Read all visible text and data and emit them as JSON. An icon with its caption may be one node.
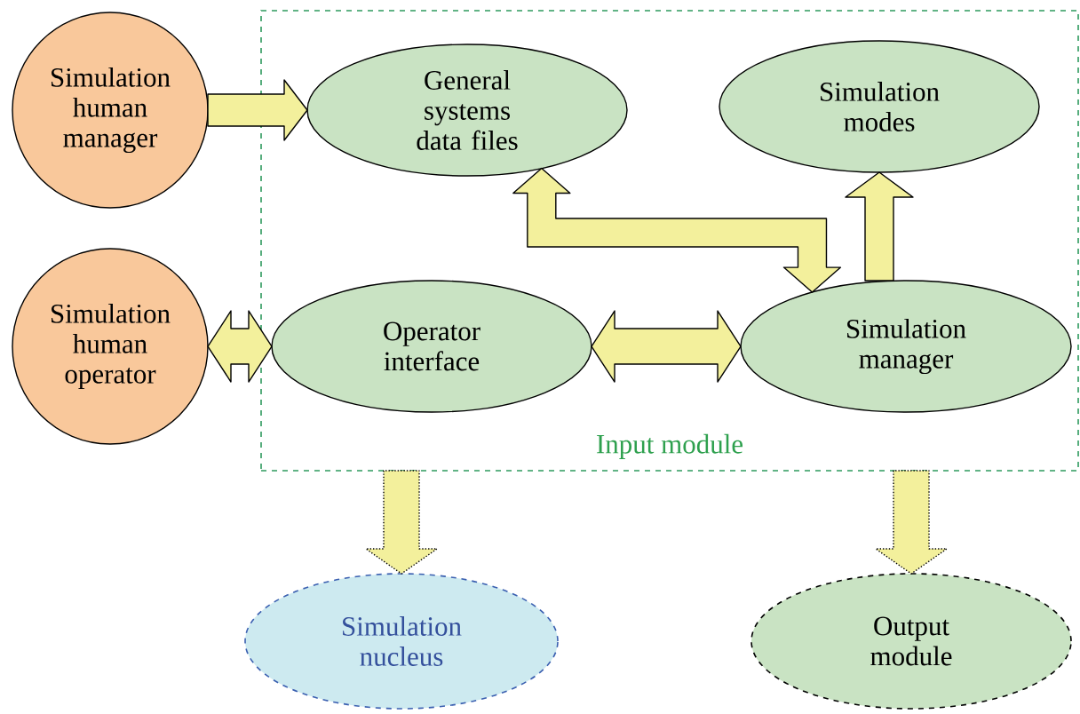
{
  "diagram": {
    "nodes": [
      {
        "text": [
          "Input module"
        ]
      },
      {
        "text": [
          "Simulation human manager"
        ]
      },
      {
        "text": [
          "Simulation human operator"
        ]
      },
      {
        "text": [
          "General systems data files"
        ],
        "in": 0
      },
      {
        "text": [
          "Simulation modes"
        ],
        "in": 0
      },
      {
        "text": [
          "Operator interface"
        ],
        "in": 0
      },
      {
        "text": [
          "Simulation manager"
        ],
        "in": 0
      },
      {
        "text": [
          "Simulation nucleus"
        ]
      },
      {
        "text": [
          "Output module"
        ]
      }
    ],
    "edges": [
      {
        "from": 1,
        "to": 3,
        "arrow": "to"
      },
      {
        "from": 2,
        "to": 5,
        "arrow": "both"
      },
      {
        "from": 5,
        "to": 6,
        "arrow": "both"
      },
      {
        "from": 3,
        "to": 6,
        "arrow": "both"
      },
      {
        "from": 6,
        "to": 4,
        "arrow": "to"
      },
      {
        "from": 0,
        "to": 7,
        "arrow": "to",
        "style": "dashed"
      },
      {
        "from": 0,
        "to": 8,
        "arrow": "to",
        "style": "dashed"
      }
    ]
  }
}
